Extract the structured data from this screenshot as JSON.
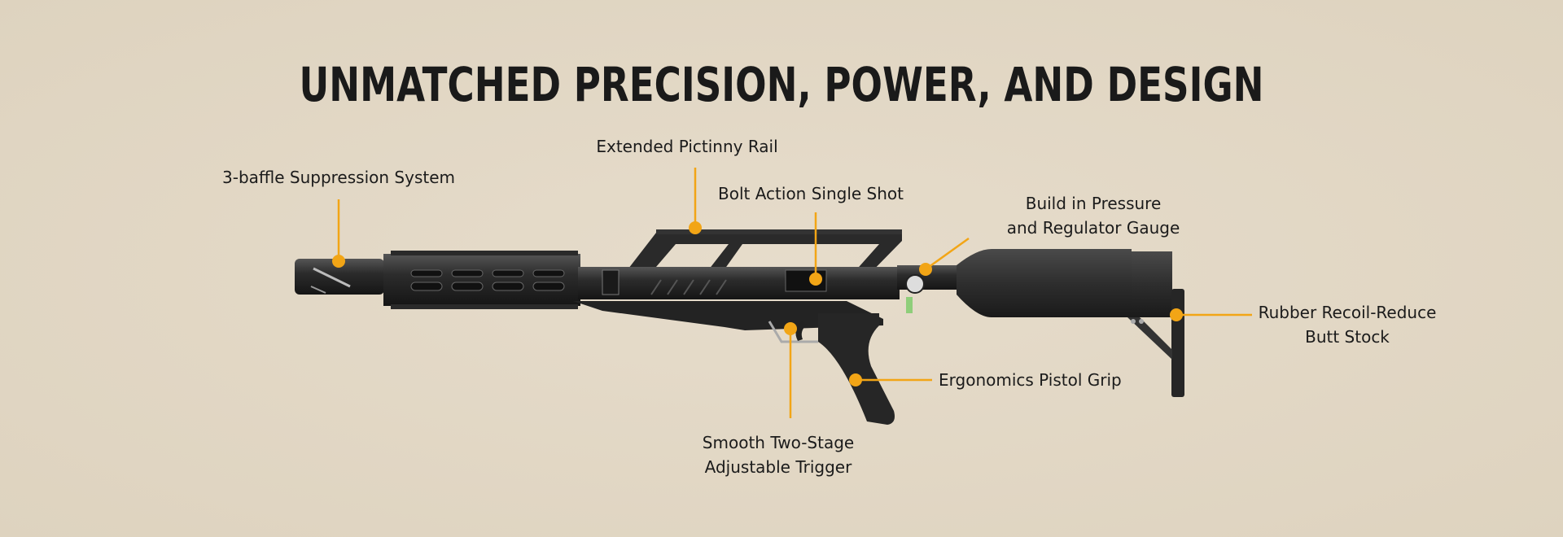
{
  "title": "UNMATCHED PRECISION, POWER, AND DESIGN",
  "accent_color": "#f2a516",
  "background_color": "#e2d8c5",
  "callouts": [
    {
      "id": "suppressor",
      "lines": [
        "3-baffle Suppression  System"
      ]
    },
    {
      "id": "rail",
      "lines": [
        "Extended Pictinny Rail"
      ]
    },
    {
      "id": "bolt",
      "lines": [
        "Bolt Action Single Shot"
      ]
    },
    {
      "id": "gauge",
      "lines": [
        "Build in Pressure",
        "and Regulator Gauge"
      ]
    },
    {
      "id": "stock",
      "lines": [
        "Rubber Recoil-Reduce",
        "Butt Stock"
      ]
    },
    {
      "id": "grip",
      "lines": [
        "Ergonomics Pistol Grip"
      ]
    },
    {
      "id": "trigger",
      "lines": [
        "Smooth Two-Stage",
        "Adjustable Trigger"
      ]
    }
  ]
}
